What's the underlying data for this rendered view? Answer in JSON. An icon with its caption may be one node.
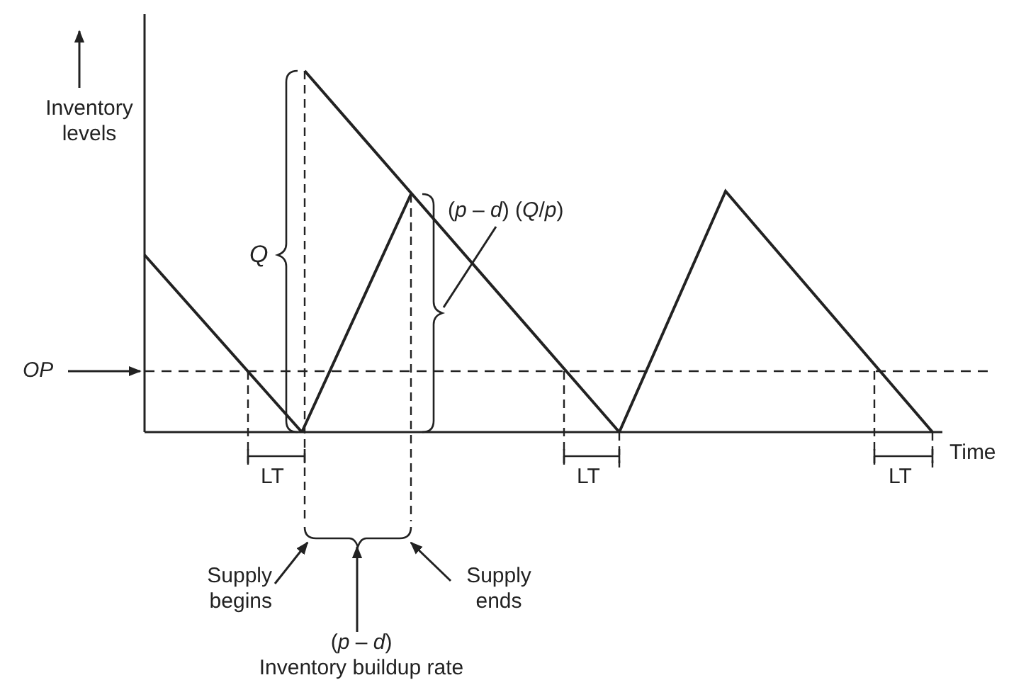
{
  "diagram": {
    "nodes": [
      {
        "text": [
          "Supply begins"
        ]
      },
      {
        "text": [
          "(*p* – *d*)",
          "Inventory buildup rate"
        ]
      },
      {
        "text": [
          "Supply ends"
        ]
      },
      {
        "text": [
          "(*p* – *d*) (*Q*/*p*)"
        ]
      },
      {
        "text": [
          "OP"
        ]
      },
      {
        "text": [],
        "shape": "brace"
      },
      {
        "text": [],
        "shape": "brace"
      }
    ],
    "edges": [
      {
        "from": 0,
        "to": 5,
        "arrow": "to"
      },
      {
        "from": 1,
        "to": 5,
        "arrow": "to"
      },
      {
        "from": 2,
        "to": 5,
        "arrow": "to"
      },
      {
        "from": 3,
        "to": 6,
        "arrow": "none"
      },
      {
        "from": 4,
        "to": null,
        "arrow": "to"
      }
    ],
    "labels": [
      "Inventory levels",
      "Q",
      "LT",
      "LT",
      "LT",
      "Time"
    ]
  }
}
